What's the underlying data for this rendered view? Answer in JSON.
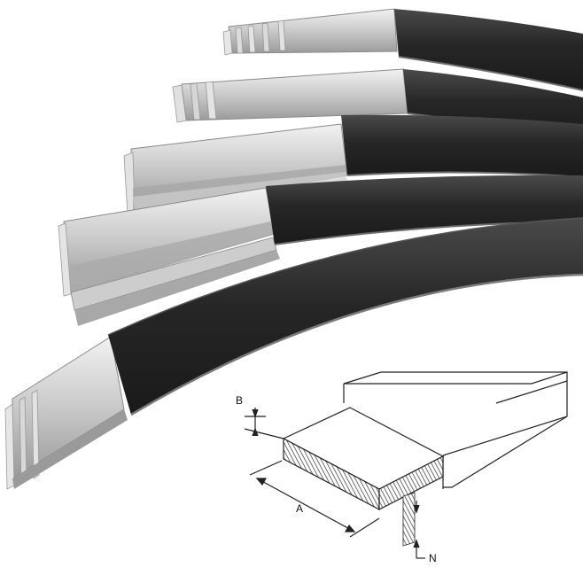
{
  "diagram": {
    "labels": {
      "b": "B",
      "a": "A",
      "n": "N"
    }
  },
  "colors": {
    "background": "#ffffff",
    "insulation_dark": "#2a2a2a",
    "insulation_mid": "#3c3c3c",
    "metal_light": "#d9d9d9",
    "metal_mid": "#b8b8b8",
    "line": "#222222"
  }
}
